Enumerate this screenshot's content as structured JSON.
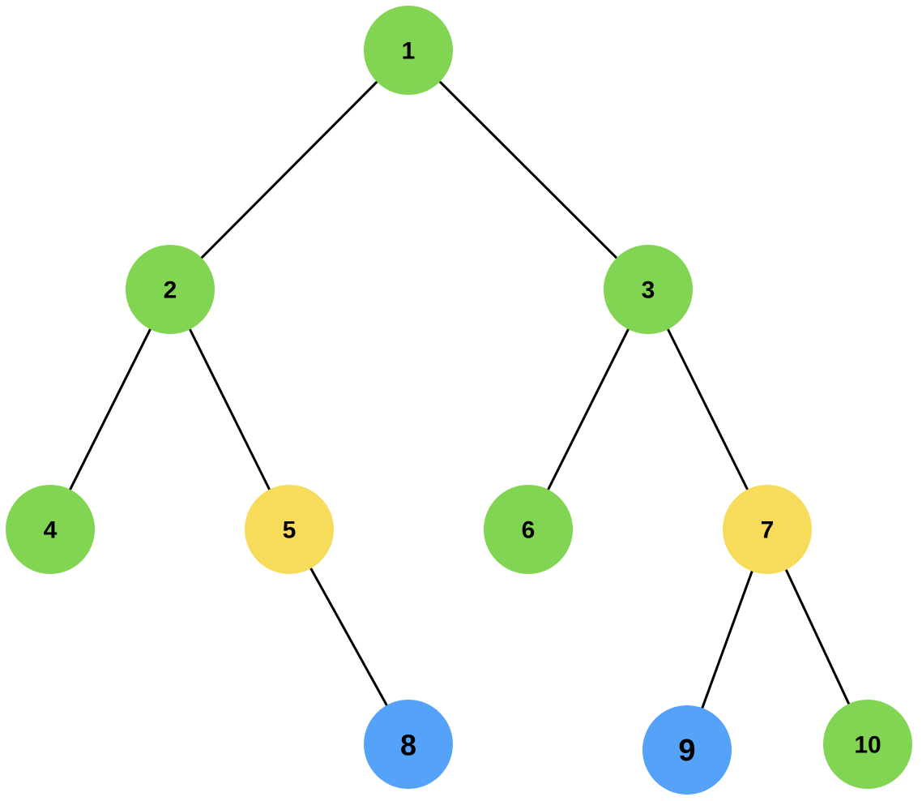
{
  "colors": {
    "green": "#81d553",
    "yellow": "#f7dc5b",
    "blue": "#55a2f9",
    "edge": "#000000",
    "label": "#000000",
    "background": "#ffffff"
  },
  "nodes": [
    {
      "id": "1",
      "label": "1",
      "color": "green"
    },
    {
      "id": "2",
      "label": "2",
      "color": "green"
    },
    {
      "id": "3",
      "label": "3",
      "color": "green"
    },
    {
      "id": "4",
      "label": "4",
      "color": "green"
    },
    {
      "id": "5",
      "label": "5",
      "color": "yellow"
    },
    {
      "id": "6",
      "label": "6",
      "color": "green"
    },
    {
      "id": "7",
      "label": "7",
      "color": "yellow"
    },
    {
      "id": "8",
      "label": "8",
      "color": "blue"
    },
    {
      "id": "9",
      "label": "9",
      "color": "blue"
    },
    {
      "id": "10",
      "label": "10",
      "color": "green"
    }
  ],
  "edges": [
    {
      "from": "1",
      "to": "2"
    },
    {
      "from": "1",
      "to": "3"
    },
    {
      "from": "2",
      "to": "4"
    },
    {
      "from": "2",
      "to": "5"
    },
    {
      "from": "3",
      "to": "6"
    },
    {
      "from": "3",
      "to": "7"
    },
    {
      "from": "5",
      "to": "8"
    },
    {
      "from": "7",
      "to": "9"
    },
    {
      "from": "7",
      "to": "10"
    }
  ]
}
